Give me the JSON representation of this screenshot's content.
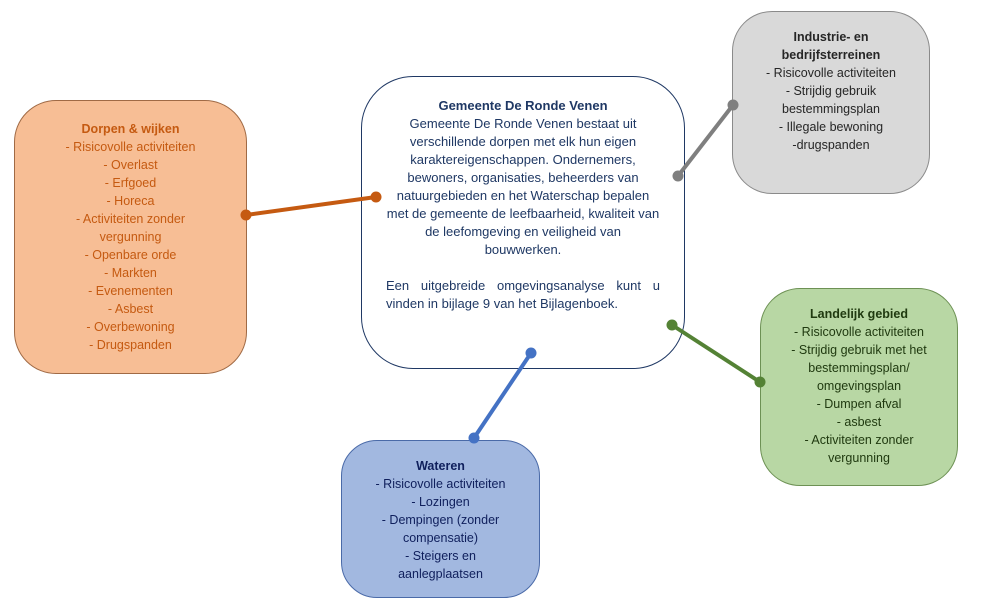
{
  "center": {
    "title": "Gemeente De Ronde Venen",
    "body": "Gemeente De Ronde Venen bestaat uit verschillende dorpen met elk hun eigen karaktereigenschappen. Ondernemers, bewoners, organisaties, beheerders van natuurgebieden en het Waterschap bepalen met de gemeente de leefbaarheid, kwaliteit van de leefomgeving en veiligheid van bouwwerken.",
    "extra": "Een uitgebreide omgevingsanalyse kunt u vinden in bijlage 9 van het Bijlagenboek."
  },
  "dorpen": {
    "title": "Dorpen & wijken",
    "items": [
      "- Risicovolle activiteiten",
      "- Overlast",
      "- Erfgoed",
      "- Horeca",
      "- Activiteiten zonder vergunning",
      "- Openbare orde",
      "- Markten",
      "- Evenementen",
      "- Asbest",
      "- Overbewoning",
      "- Drugspanden"
    ]
  },
  "industrie": {
    "title": "Industrie- en bedrijfsterreinen",
    "items": [
      "- Risicovolle activiteiten",
      "- Strijdig gebruik bestemmingsplan",
      "- Illegale bewoning",
      "-drugspanden"
    ]
  },
  "landelijk": {
    "title": "Landelijk gebied",
    "items": [
      "- Risicovolle activiteiten",
      "- Strijdig gebruik met het bestemmingsplan/ omgevingsplan",
      "- Dumpen afval",
      "- asbest",
      "- Activiteiten zonder vergunning"
    ]
  },
  "wateren": {
    "title": "Wateren",
    "items": [
      "- Risicovolle activiteiten",
      "- Lozingen",
      "- Dempingen (zonder compensatie)",
      "- Steigers en aanlegplaatsen"
    ]
  },
  "colors": {
    "dorpen_connector": "#c55a11",
    "industrie_connector": "#7f7f7f",
    "landelijk_connector": "#548235",
    "wateren_connector": "#4472c4"
  }
}
